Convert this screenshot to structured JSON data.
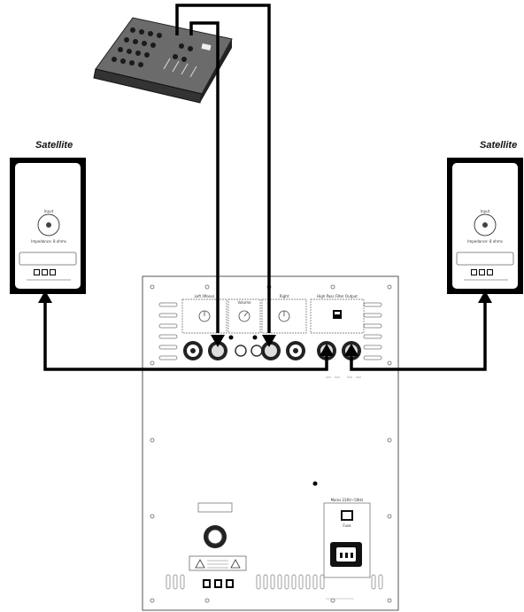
{
  "satellites": {
    "left_label": "Satellite",
    "right_label": "Satellite",
    "terminal_text": "Input",
    "impedance_text": "Impedance: 8 ohms"
  },
  "subwoofer": {
    "left_mono_label": "Left (Mono)",
    "volume_label": "Volume",
    "right_label": "Right",
    "high_pass_label": "High Pass Filter Output",
    "fuse_label": "Fuse",
    "mains_label": "Mains 230V~50Hz"
  },
  "colors": {
    "cable": "#000000",
    "panel_fill": "#ffffff",
    "panel_stroke": "#555555",
    "satellite_body": "#000000"
  }
}
